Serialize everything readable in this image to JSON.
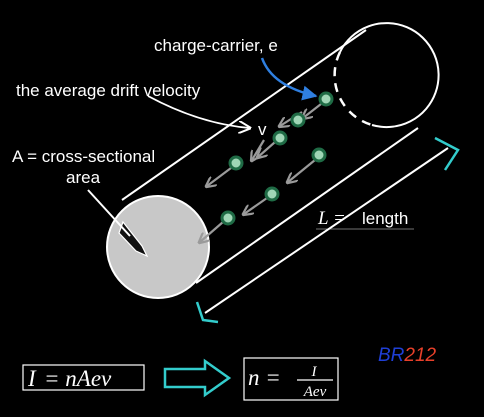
{
  "labels": {
    "charge_carrier": "charge-carrier, e",
    "drift_velocity": "the average drift velocity",
    "velocity_symbol": "v",
    "area_line1": "A = cross-sectional",
    "area_line2": "area",
    "length_symbol": "L =",
    "length_word": "length"
  },
  "equations": {
    "current_lhs": "I",
    "current_rhs": "= nAev",
    "density_lhs": "n =",
    "density_numerator": "I",
    "density_denominator": "Aev"
  },
  "watermark": {
    "prefix": "BR",
    "number": "212",
    "prefix_color": "#1f3fd6",
    "number_color": "#e8402a"
  },
  "colors": {
    "background": "#000000",
    "outline": "#ffffff",
    "end_face": "#c8c8c8",
    "carrier_fill": "#9fd6b6",
    "carrier_stroke": "#1f6b45",
    "drift_arrow": "#9a9a9a",
    "accent_cyan": "#33cccc",
    "pointer_blue": "#2f7fe0"
  }
}
